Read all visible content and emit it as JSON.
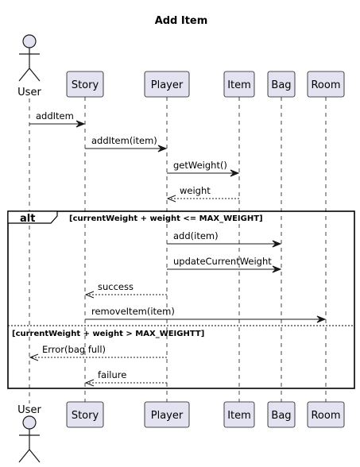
{
  "diagram": {
    "title": "Add Item",
    "participants": [
      {
        "id": "user",
        "label": "User",
        "kind": "actor"
      },
      {
        "id": "story",
        "label": "Story",
        "kind": "participant"
      },
      {
        "id": "player",
        "label": "Player",
        "kind": "participant"
      },
      {
        "id": "item",
        "label": "Item",
        "kind": "participant"
      },
      {
        "id": "bag",
        "label": "Bag",
        "kind": "participant"
      },
      {
        "id": "room",
        "label": "Room",
        "kind": "participant"
      }
    ],
    "messages": [
      {
        "from": "user",
        "to": "story",
        "label": "addItem",
        "style": "sync"
      },
      {
        "from": "story",
        "to": "player",
        "label": "addItem(item)",
        "style": "sync"
      },
      {
        "from": "player",
        "to": "item",
        "label": "getWeight()",
        "style": "sync"
      },
      {
        "from": "item",
        "to": "player",
        "label": "weight",
        "style": "return"
      },
      {
        "from": "player",
        "to": "bag",
        "label": "add(item)",
        "style": "sync"
      },
      {
        "from": "player",
        "to": "bag",
        "label": "updateCurrentWeight",
        "style": "sync"
      },
      {
        "from": "player",
        "to": "story",
        "label": "success",
        "style": "return"
      },
      {
        "from": "story",
        "to": "room",
        "label": "removeItem(item)",
        "style": "sync"
      },
      {
        "from": "player",
        "to": "user",
        "label": "Error(bag full)",
        "style": "return"
      },
      {
        "from": "player",
        "to": "story",
        "label": "failure",
        "style": "return"
      }
    ],
    "fragment": {
      "keyword": "alt",
      "guard_1": "[currentWeight + weight <= MAX_WEIGHT]",
      "guard_2": "[currentWeight + weight > MAX_WEIGHTT]"
    }
  },
  "colors": {
    "participant_fill": "#e2e2f0",
    "participant_border": "#181818",
    "lifeline": "#181818",
    "arrow": "#181818",
    "text": "#000000"
  }
}
